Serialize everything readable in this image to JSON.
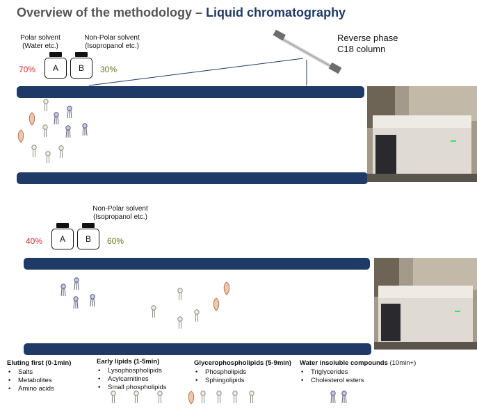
{
  "title": {
    "main": "Overview of the methodology –",
    "accent": "Liquid chromatography"
  },
  "column_label": [
    "Reverse phase",
    "C18 column"
  ],
  "panel1": {
    "polar_label": [
      "Polar solvent",
      "(Water etc.)"
    ],
    "nonpolar_label": [
      "Non-Polar solvent",
      "(Isopropanol etc.)"
    ],
    "bottle_a": "A",
    "bottle_b": "B",
    "pct_a": "70%",
    "pct_b": "30%"
  },
  "panel2": {
    "nonpolar_label": [
      "Non-Polar solvent",
      "(Isopropanol etc.)"
    ],
    "bottle_a": "A",
    "bottle_b": "B",
    "pct_a": "40%",
    "pct_b": "60%"
  },
  "sections": [
    {
      "heading": "Eluting first",
      "time": " (0-1min)",
      "items": [
        "Salts",
        "Metabolites",
        "Amino acids"
      ]
    },
    {
      "heading": "Early lipids",
      "time": " (1-5min)",
      "items": [
        "Lysophospholipids",
        "Acylcarnitines",
        "Small phospholipids"
      ]
    },
    {
      "heading": "Glycerophospholipids",
      "time": " (5-9min)",
      "items": [
        "Phospholipids",
        "Sphingolipids"
      ]
    },
    {
      "heading": "Water insoluble compounds",
      "time": " (10min+)",
      "items": [
        "Triglycerides",
        "Cholesterol esters"
      ]
    }
  ],
  "colors": {
    "bar": "#1f3a66",
    "accent_title": "#1f3a66",
    "solvent_a_pct": "#cc2a2a",
    "solvent_b_pct": "#5f7a1a"
  },
  "icons": [
    "lipid-molecule-icon",
    "droplet-molecule-icon",
    "solvent-bottle-icon",
    "c18-column-icon",
    "lc-instrument-photo"
  ]
}
